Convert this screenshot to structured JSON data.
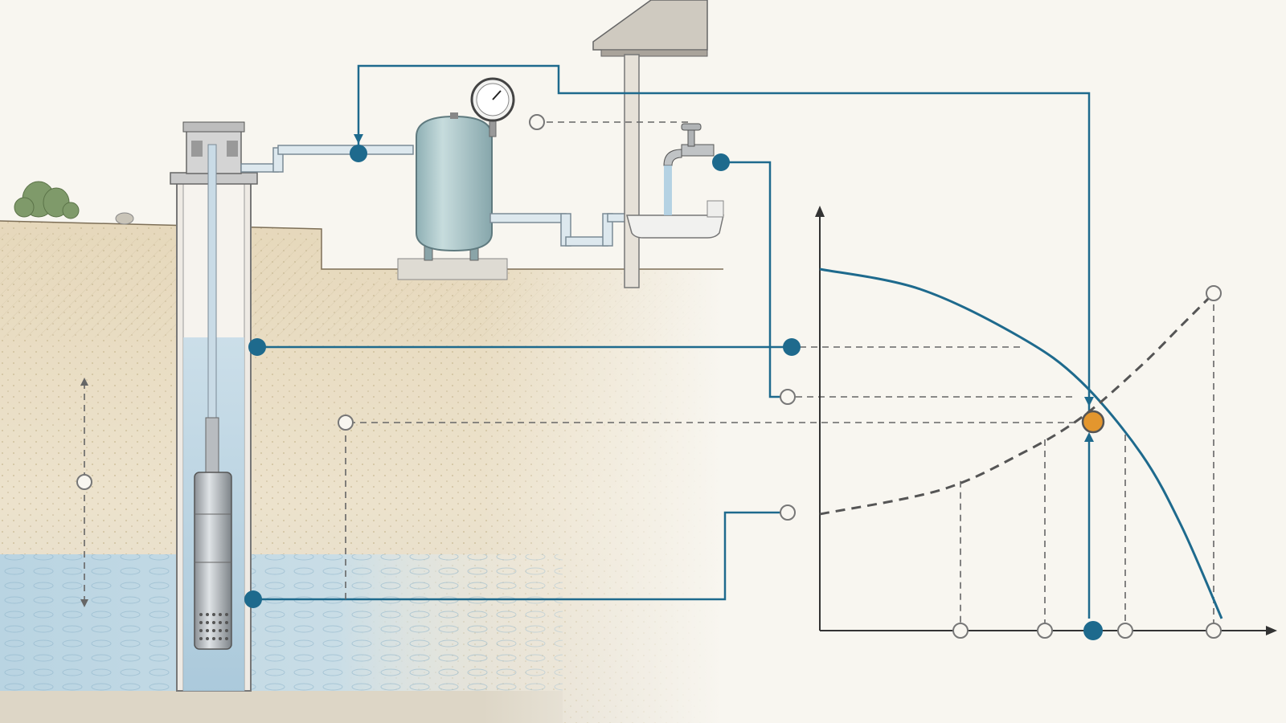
{
  "title": "",
  "colors": {
    "background": "#f8f6f0",
    "accent": "#1e6a8d",
    "operating_point": "#e3962e",
    "dashed": "#666666",
    "axis": "#333333",
    "water": "#a9cbe0",
    "tank": "#a6c2c6",
    "soil": "#e3d6bb"
  },
  "icons": {
    "pressure_gauge": "pressure-gauge-icon",
    "faucet": "faucet-icon",
    "pump": "submersible-pump-icon",
    "tank": "pressure-tank-icon",
    "house": "house-roof-icon",
    "plant": "shrub-icon"
  },
  "diagram": {
    "components": [
      "well-casing",
      "submersible-pump",
      "drop-pipe",
      "pressure-tank",
      "pressure-gauge",
      "faucet",
      "sink",
      "house",
      "ground-surface",
      "static-water-level",
      "aquifer"
    ],
    "labels": []
  },
  "chart_data": {
    "type": "line",
    "title": "",
    "xlabel": "",
    "ylabel": "",
    "grid": false,
    "series": [
      {
        "style": "solid",
        "role": "pump curve",
        "x": [
          0,
          0.25,
          0.5,
          0.65,
          0.8,
          0.9,
          1.0
        ],
        "y": [
          0.9,
          0.85,
          0.73,
          0.62,
          0.44,
          0.26,
          0.03
        ]
      },
      {
        "style": "dashed",
        "role": "system curve",
        "x": [
          0,
          0.3,
          0.5,
          0.65,
          0.8,
          0.9,
          0.98
        ],
        "y": [
          0.29,
          0.35,
          0.44,
          0.53,
          0.66,
          0.76,
          0.84
        ]
      }
    ],
    "operating_point": {
      "x": 0.68,
      "y": 0.52
    },
    "x_tick_markers": [
      0.35,
      0.56,
      0.68,
      0.76,
      0.98
    ]
  }
}
